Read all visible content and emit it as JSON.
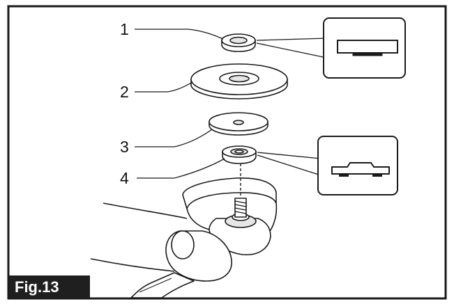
{
  "figure": {
    "label": "Fig.13",
    "colors": {
      "ink": "#1a1a1a",
      "paper": "#ffffff",
      "shade": "#e6e6e6",
      "badge": "#1f1f1f"
    }
  },
  "callouts": [
    {
      "label": "1"
    },
    {
      "label": "2"
    },
    {
      "label": "3"
    },
    {
      "label": "4"
    }
  ]
}
